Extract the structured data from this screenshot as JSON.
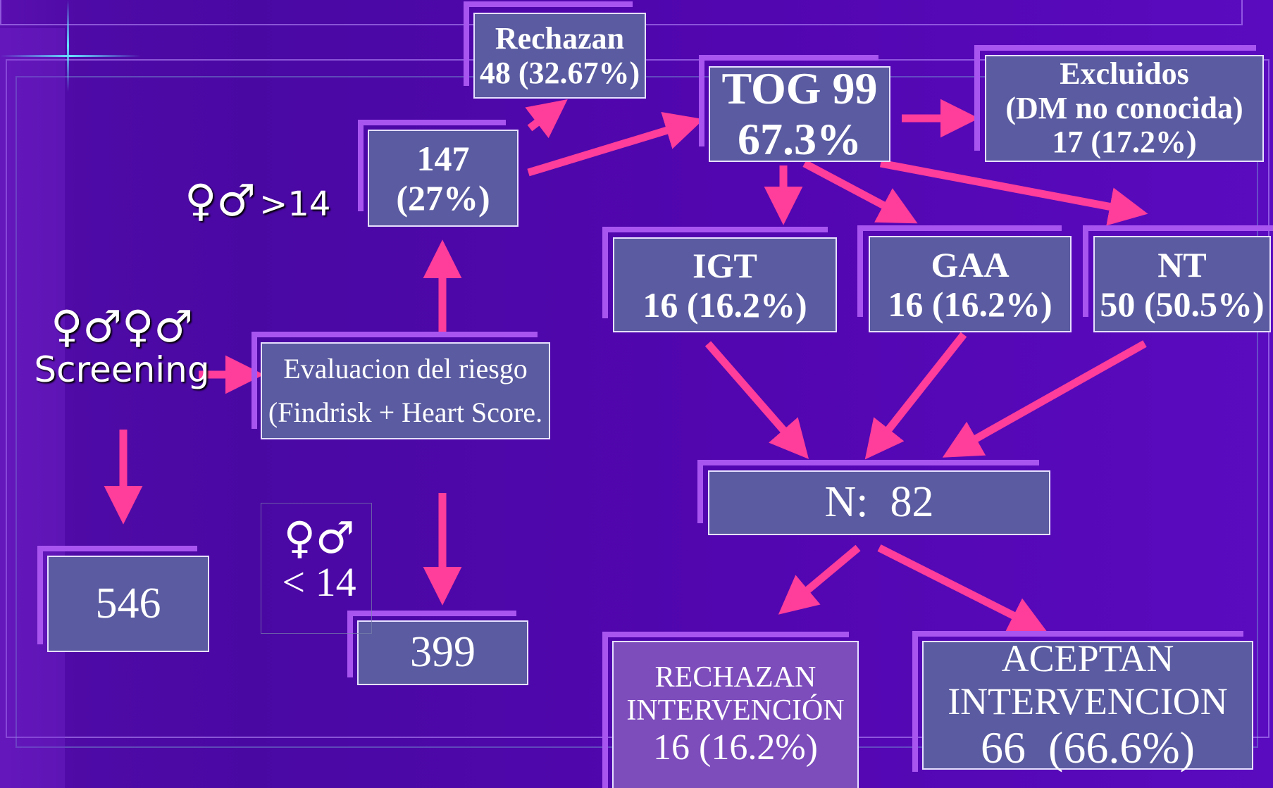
{
  "colors": {
    "arrow": "#ff3d9a",
    "box": "#5a5ba0",
    "background": "#4f0aa6"
  },
  "symbols": {
    "gender_pair": "♀♂",
    "gender_quad": "♀♂♀♂",
    "gt14": ">14",
    "lt14": "< 14",
    "screening": "Screening"
  },
  "boxes": {
    "rechazan": {
      "line1": "Rechazan",
      "line2": "48 (32.67%)"
    },
    "n147": {
      "line1": "147",
      "line2": "(27%)"
    },
    "tog": {
      "line1": "TOG 99",
      "line2": "67.3%"
    },
    "excluidos": {
      "line1": "Excluidos",
      "line2": "(DM no conocida)",
      "line3": "17 (17.2%)"
    },
    "igt": {
      "line1": "IGT",
      "line2": "16 (16.2%)"
    },
    "gaa": {
      "line1": "GAA",
      "line2": "16 (16.2%)"
    },
    "nt": {
      "line1": "NT",
      "line2": "50 (50.5%)"
    },
    "evaluacion": {
      "line1": "Evaluacion del riesgo",
      "line2": "(Findrisk + Heart Score."
    },
    "n82": {
      "label": "N:  82"
    },
    "n546": {
      "label": "546"
    },
    "n399": {
      "label": "399"
    },
    "rechazan_int": {
      "line1": "RECHAZAN",
      "line2": "INTERVENCIÓN",
      "line3": "16 (16.2%)"
    },
    "aceptan_int": {
      "line1": "ACEPTAN",
      "line2": "INTERVENCION",
      "line3": "66  (66.6%)"
    }
  }
}
